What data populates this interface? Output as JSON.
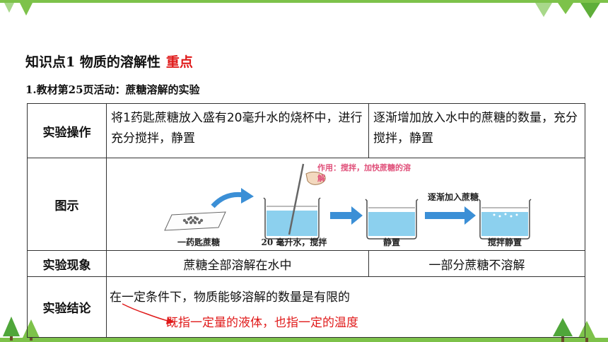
{
  "heading": {
    "title": "知识点1  物质的溶解性",
    "key_tag": "重点"
  },
  "subheading": "1.教材第25页活动：蔗糖溶解的实验",
  "table": {
    "row_labels": [
      "实验操作",
      "图示",
      "实验现象",
      "实验结论"
    ],
    "operation_left": "将1药匙蔗糖放入盛有20毫升水的烧杯中，进行充分搅拌，静置",
    "operation_right": "逐渐增加放入水中的蔗糖的数量，充分搅拌，静置",
    "diagram": {
      "note": "作用：搅拌，加快蔗糖的溶解",
      "arrow_text": "逐渐加入蔗糖",
      "captions": [
        "一药匙蔗糖",
        "20 毫升水，搅拌",
        "静置",
        "搅拌静置"
      ]
    },
    "phenomenon_left": "蔗糖全部溶解在水中",
    "phenomenon_right": "一部分蔗糖不溶解",
    "conclusion": "在一定条件下，物质能够溶解的数量是有限的",
    "conclusion_note": "既指一定量的液体，也指一定的温度"
  },
  "colors": {
    "accent_green": "#7dc24a",
    "key_red": "#e01a1a",
    "water_blue": "#8cd0ee",
    "arrow_blue": "#3b8fd6"
  }
}
